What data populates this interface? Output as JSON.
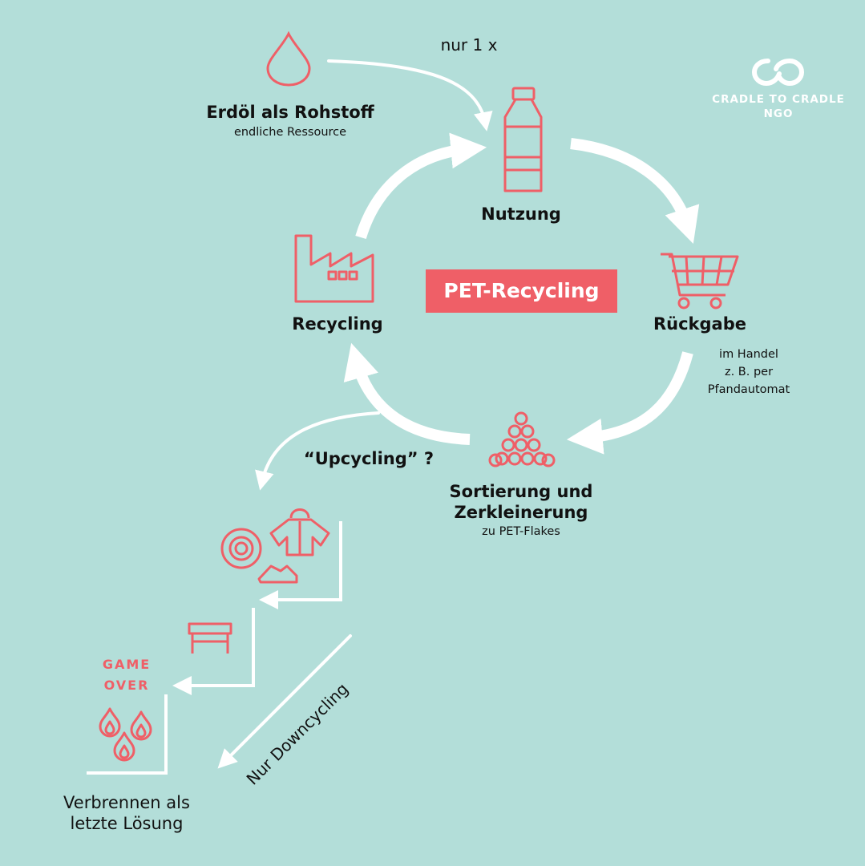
{
  "colors": {
    "background": "#b3ded9",
    "accent": "#ef5f67",
    "arrow": "#ffffff",
    "text": "#111111"
  },
  "logo": {
    "line1": "CRADLE TO CRADLE",
    "line2": "NGO"
  },
  "center_label": "PET-Recycling",
  "top_note": "nur 1 x",
  "nodes": {
    "oil": {
      "title": "Erdöl als Rohstoff",
      "subtitle": "endliche Ressource",
      "icon": "oil-drop-icon"
    },
    "usage": {
      "title": "Nutzung",
      "icon": "bottle-icon"
    },
    "return": {
      "title": "Rückgabe",
      "subtitle_lines": [
        "im Handel",
        "z. B. per",
        "Pfandautomat"
      ],
      "icon": "shopping-cart-icon"
    },
    "sorting": {
      "title_lines": [
        "Sortierung und",
        "Zerkleinerung"
      ],
      "subtitle": "zu PET-Flakes",
      "icon": "flakes-pyramid-icon"
    },
    "recycling": {
      "title": "Recycling",
      "icon": "factory-icon"
    }
  },
  "upcycling_label": "“Upcycling” ?",
  "downcycling_label": "Nur Downcycling",
  "game_over": {
    "line1": "GAME",
    "line2": "OVER"
  },
  "burn": {
    "line1": "Verbrennen als",
    "line2": "letzte Lösung"
  },
  "step_icons": [
    "tire-icon",
    "jacket-icon",
    "shoe-icon",
    "bench-icon",
    "flames-icon"
  ]
}
